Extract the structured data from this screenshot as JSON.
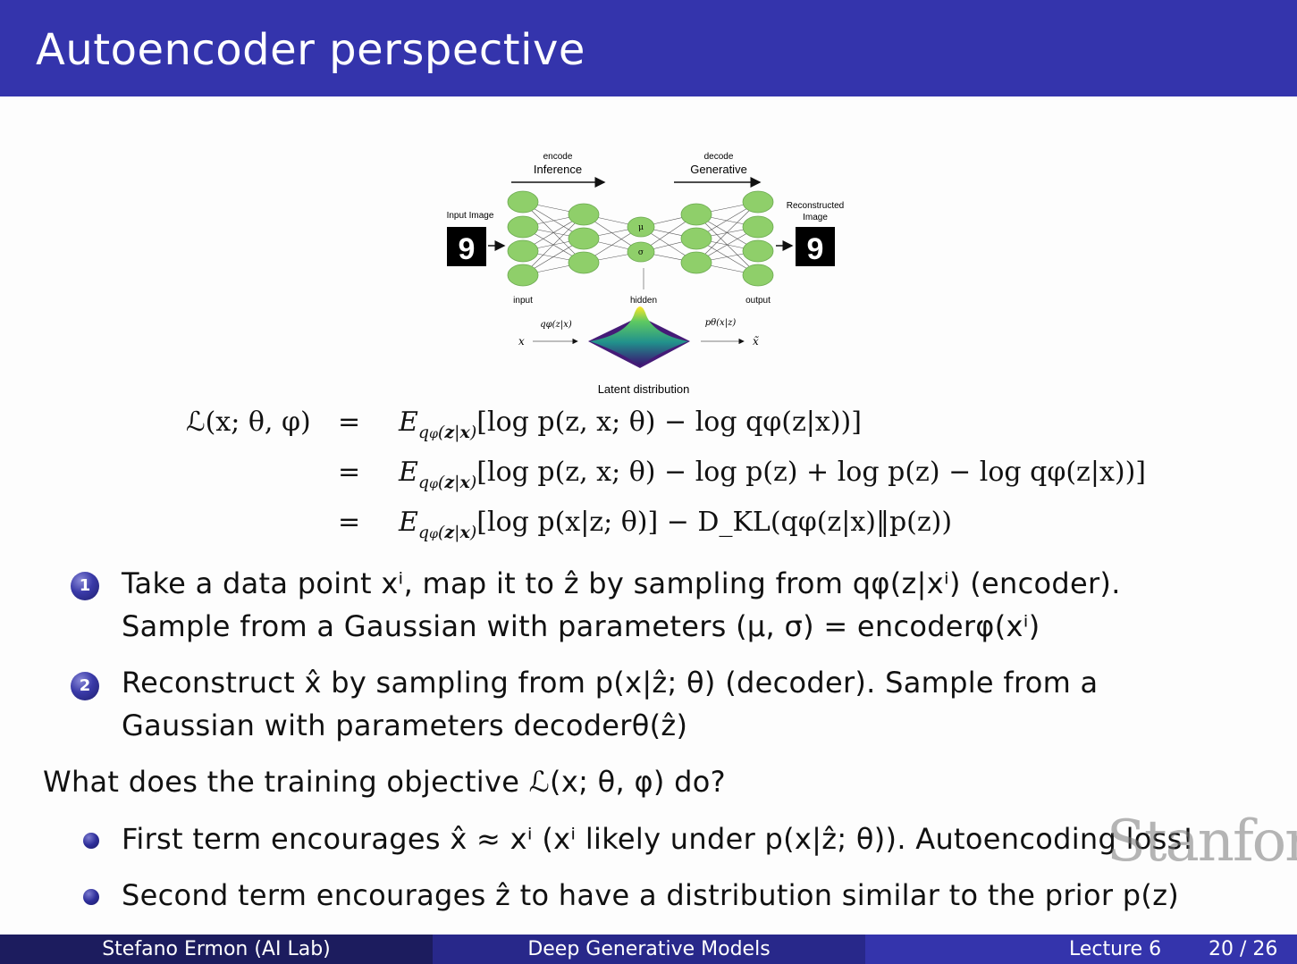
{
  "header": {
    "title": "Autoencoder perspective"
  },
  "figure": {
    "encode_small": "encode",
    "encode_label": "Inference",
    "decode_small": "decode",
    "decode_label": "Generative",
    "input_image_label": "Input Image",
    "reconstructed_label_1": "Reconstructed",
    "reconstructed_label_2": "Image",
    "digit": "9",
    "mu_label": "μ",
    "sigma_label": "σ",
    "input_label": "input",
    "hidden_label": "hidden",
    "output_label": "output",
    "latent_label": "Latent distribution",
    "q_label": "qφ(z|x)",
    "p_label": "pθ(x|z)",
    "x_label": "x",
    "xhat_label": "x̃",
    "node_color": "#8fcf6a"
  },
  "equations": {
    "lhs": "ℒ(x; θ, φ)",
    "eq": "=",
    "line1": "[log p(z, x; θ) − log qφ(z|x))]",
    "line2": "[log p(z, x; θ) − log p(z) + log p(z) − log qφ(z|x))]",
    "line3": "[log p(x|z; θ)] − D_KL(qφ(z|x)‖p(z))"
  },
  "steps": [
    {
      "number": "1",
      "line1": "Take a data point xⁱ, map it to ẑ by sampling from qφ(z|xⁱ) (encoder).",
      "line2": "Sample from a Gaussian with parameters (μ, σ) = encoderφ(xⁱ)"
    },
    {
      "number": "2",
      "line1": "Reconstruct x̂ by sampling from p(x|ẑ; θ) (decoder). Sample from a",
      "line2": "Gaussian with parameters decoderθ(ẑ)"
    }
  ],
  "question": "What does the training objective ℒ(x; θ, φ) do?",
  "bullets": [
    "First term encourages x̂ ≈ xⁱ (xⁱ likely under p(x|ẑ; θ)). Autoencoding loss!",
    "Second term encourages ẑ to have a distribution similar to the prior p(z)"
  ],
  "watermark": "Stanfor",
  "footer": {
    "author": "Stefano Ermon  (AI Lab)",
    "course": "Deep Generative Models",
    "lecture": "Lecture 6",
    "page": "20 / 26"
  }
}
